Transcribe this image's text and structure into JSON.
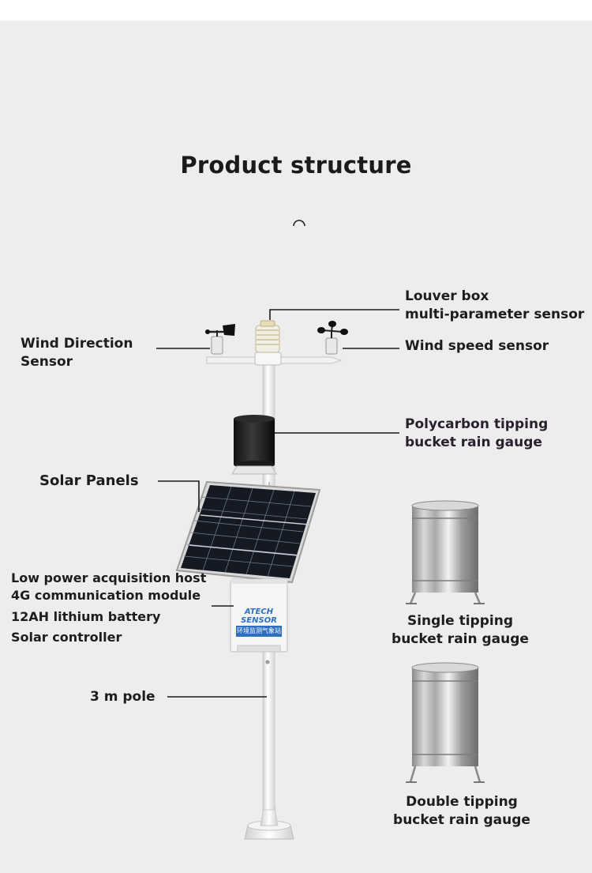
{
  "title": "Product structure",
  "labels": {
    "louver_box": [
      "Louver box",
      "multi-parameter sensor"
    ],
    "wind_direction": [
      "Wind Direction",
      "Sensor"
    ],
    "wind_speed": "Wind speed sensor",
    "polycarbon_gauge": [
      "Polycarbon tipping",
      "bucket rain gauge"
    ],
    "solar_panels": "Solar Panels",
    "host": [
      "Low power acquisition host",
      "4G communication module",
      "12AH lithium battery",
      "Solar controller"
    ],
    "pole": "3 m pole",
    "single_gauge": [
      "Single tipping",
      "bucket rain gauge"
    ],
    "double_gauge": [
      "Double tipping",
      "bucket rain gauge"
    ]
  },
  "box_brand": "ATECH SENSOR",
  "box_caption": "环境监测气象站",
  "icons": [
    "arc-icon",
    "anemometer-icon",
    "wind-vane-icon",
    "solar-panel-icon",
    "rain-gauge-icon"
  ]
}
